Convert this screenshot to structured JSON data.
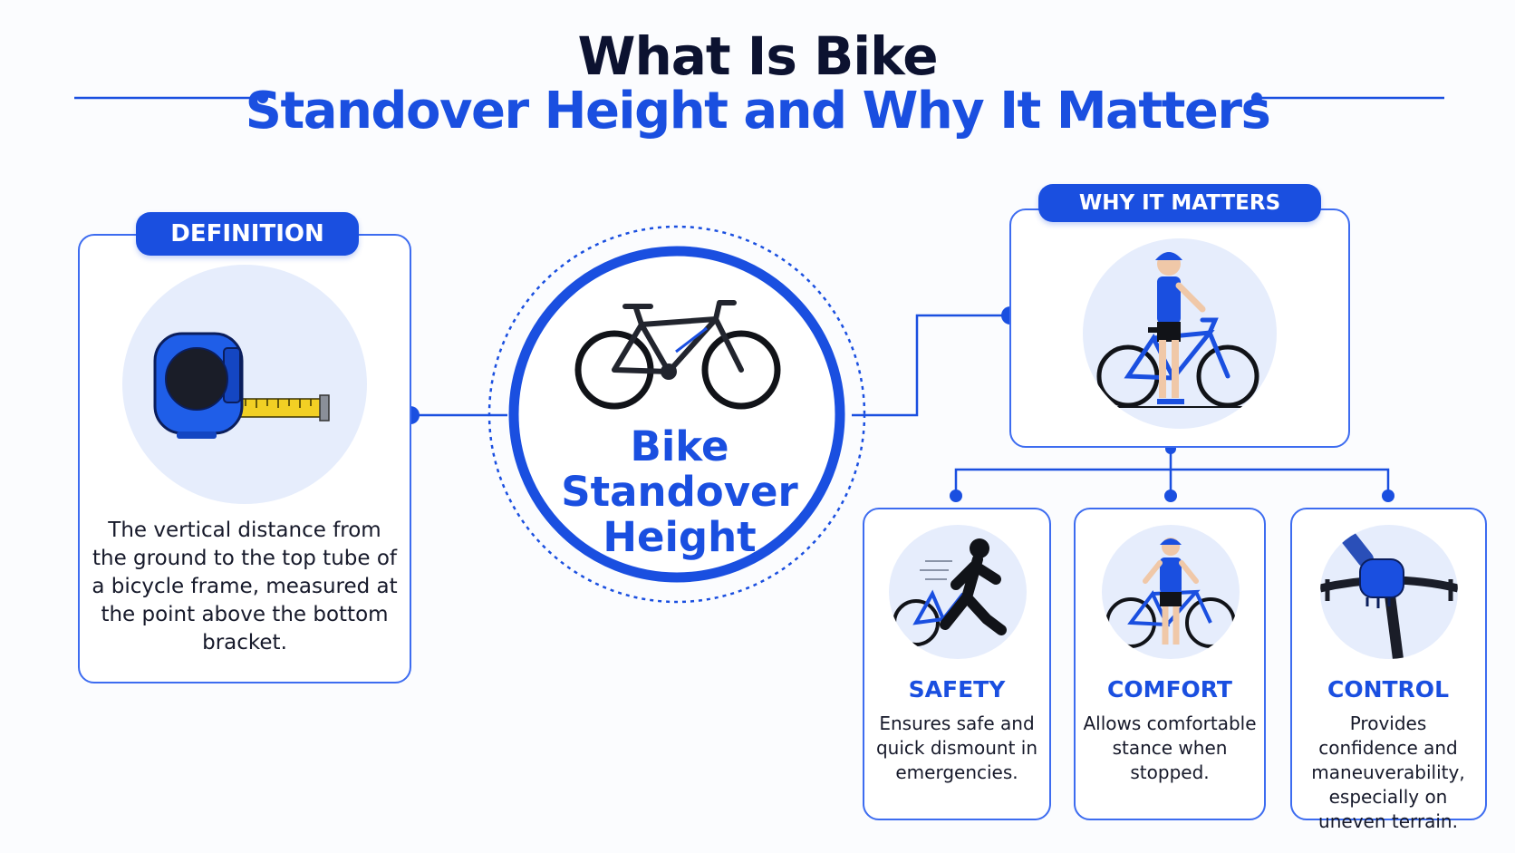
{
  "header": {
    "title_line1": "What Is Bike",
    "title_line2": "Standover Height and Why It Matters"
  },
  "definition": {
    "label": "DEFINITION",
    "icon": "tape-measure-icon",
    "text": "The vertical distance from the ground to the top tube of a bicycle frame, measured at the point above the bottom bracket."
  },
  "center": {
    "icon": "bicycle-icon",
    "label": "Bike Standover Height"
  },
  "why": {
    "label": "WHY IT MATTERS",
    "icon": "rider-standing-over-bike-icon",
    "cards": [
      {
        "title": "SAFETY",
        "icon": "running-dismount-icon",
        "text": "Ensures safe and quick dismount in emergencies."
      },
      {
        "title": "COMFORT",
        "icon": "rider-standing-icon",
        "text": "Allows comfortable stance when stopped."
      },
      {
        "title": "CONTROL",
        "icon": "hand-on-handlebar-icon",
        "text": "Provides confidence and maneuverability, especially on uneven terrain."
      }
    ]
  },
  "colors": {
    "accent": "#1a4fe0",
    "title_dark": "#0c1230",
    "disc_fill": "#e6edfc",
    "tape_yellow": "#f2d024"
  }
}
